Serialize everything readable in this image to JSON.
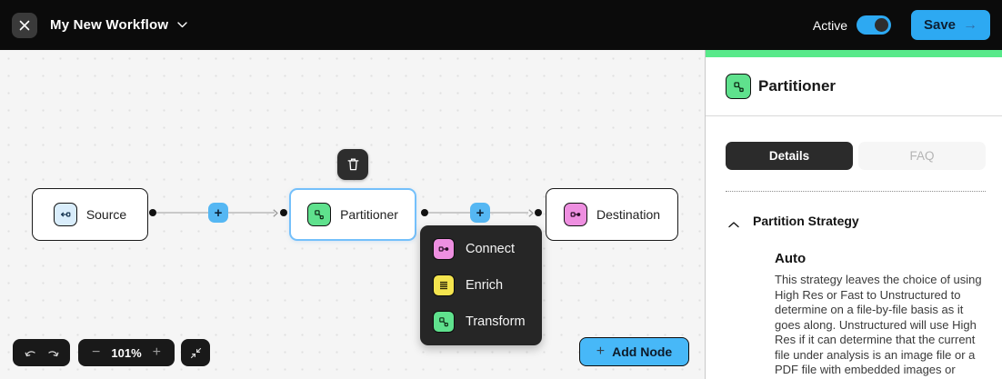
{
  "topbar": {
    "title": "My New Workflow",
    "active_label": "Active",
    "active_on": true,
    "save_label": "Save"
  },
  "canvas": {
    "zoom_level": "101%",
    "add_node_label": "Add Node",
    "nodes": [
      {
        "label": "Source"
      },
      {
        "label": "Partitioner",
        "selected": true
      },
      {
        "label": "Destination"
      }
    ],
    "node_menu": [
      {
        "label": "Connect"
      },
      {
        "label": "Enrich"
      },
      {
        "label": "Transform"
      }
    ]
  },
  "panel": {
    "title": "Partitioner",
    "tab_details": "Details",
    "tab_faq": "FAQ",
    "section_title": "Partition Strategy",
    "strategy_name": "Auto",
    "strategy_description": "This strategy leaves the choice of using High Res or Fast to Unstructured to determine on a file-by-file basis as it goes along. Unstructured will use High Res if it can determine that the current file under analysis is an image file or a PDF file with embedded images or tables. Otherwise"
  },
  "colors": {
    "topbar_bg": "#0b0b0b",
    "primary_blue": "#2da9f2",
    "edge_plus_blue": "#55b7f3",
    "add_node_blue": "#47b8f8",
    "node_green": "#5fe18d",
    "node_pink": "#ee8fe0",
    "node_yellow": "#f4e44e",
    "source_icon_blue": "#d9edfb",
    "panel_accent_green": "#58e98a",
    "selected_border_blue": "#74c0fb",
    "menu_bg": "#262626"
  },
  "icons": {
    "close": "x-icon",
    "title_caret": "chevron-down-icon",
    "save": "arrow-right-icon",
    "delete_node": "trash-icon",
    "undo": "undo-arrow-icon",
    "redo": "redo-arrow-icon",
    "zoom_out_glyph": "−",
    "zoom_in_glyph": "+",
    "fit_view": "collapse-arrows-icon",
    "add_node_glyph": "+",
    "section_caret": "chevron-up-icon"
  }
}
